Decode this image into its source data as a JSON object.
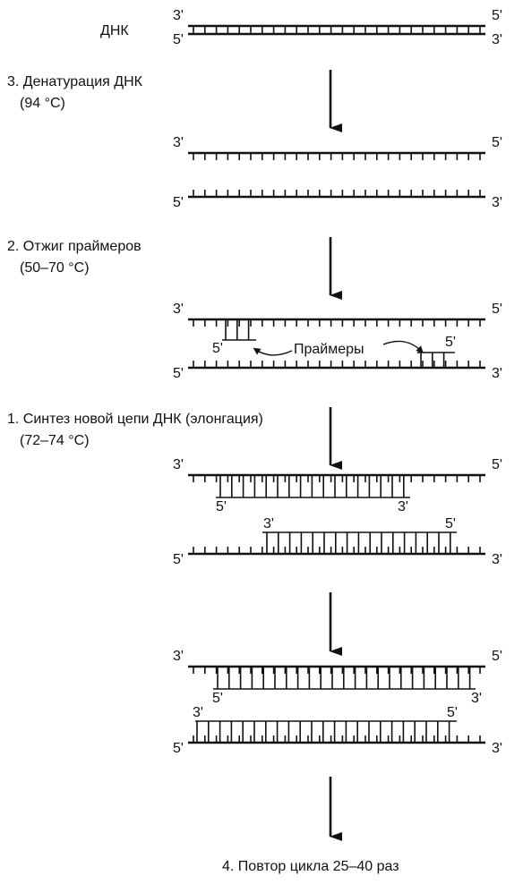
{
  "strand_end_3": "3'",
  "strand_end_5": "5'",
  "dna_label": "ДНК",
  "steps": [
    {
      "title": "3. Денатурация ДНК",
      "temperature": "(94 °C)"
    },
    {
      "title": "2. Отжиг праймеров",
      "temperature": "(50–70 °C)"
    },
    {
      "title": "1. Синтез новой цепи ДНК (элонгация)",
      "temperature": "(72–74 °C)"
    }
  ],
  "primers_label": "Праймеры",
  "repeat_label": "4. Повтор цикла 25–40 раз"
}
